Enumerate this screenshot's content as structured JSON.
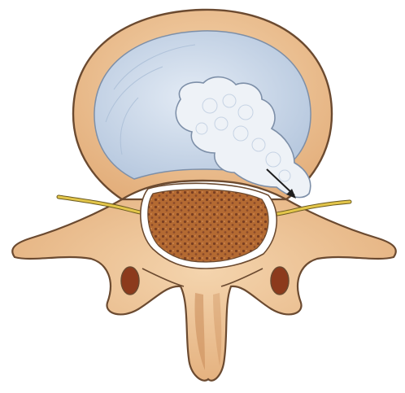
{
  "illustration": {
    "colors": {
      "background": "#ffffff",
      "bone": "#e8b98a",
      "bone_light": "#f4d4ad",
      "bone_shadow": "#c98a57",
      "outline": "#6b4a30",
      "disc": "#c9d7ea",
      "disc_light": "#e3ebf5",
      "herniation": "#eef2f7",
      "cord": "#b46a32",
      "cord_dot": "#7a3f22",
      "nerve": "#e3c64a",
      "foramen_dark": "#8c3a1c",
      "arrow": "#1e1e1e"
    },
    "icons": [
      "intervertebral-disc",
      "disc-herniation",
      "spinal-cord",
      "nerve-root",
      "vertebra",
      "arrow"
    ]
  }
}
